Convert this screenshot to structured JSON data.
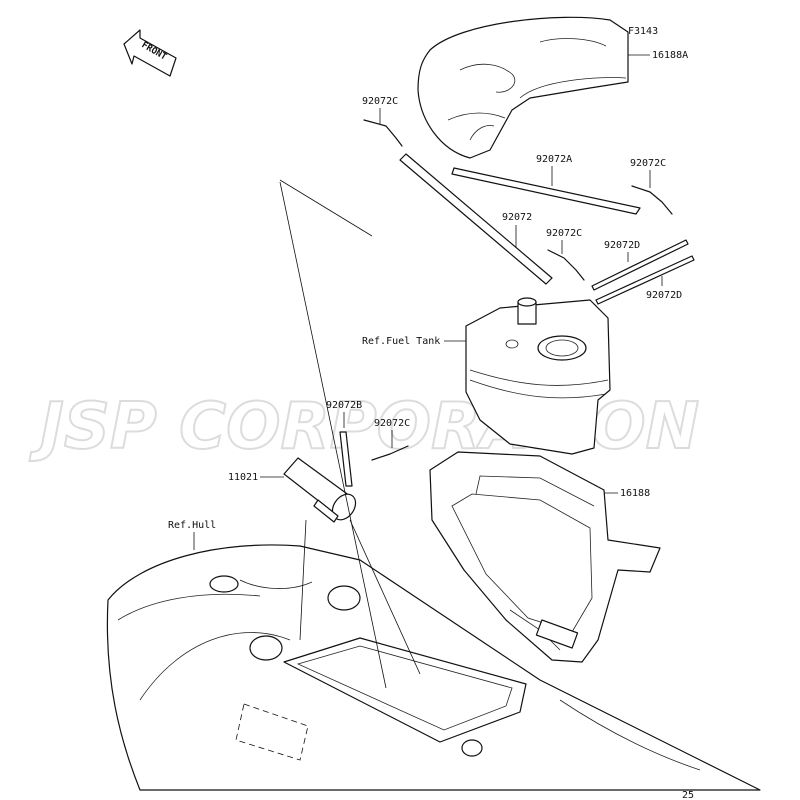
{
  "diagram": {
    "figure_code": "F3143",
    "page_number": "25",
    "front_label": "FRONT",
    "watermark": "JSP CORPORATION",
    "callouts": {
      "seat_top": "16188A",
      "strap_left_top": "92072C",
      "strap_a": "92072A",
      "strap_right_top": "92072C",
      "strap_center": "92072",
      "strap_mid": "92072C",
      "strap_d_upper": "92072D",
      "strap_d_lower": "92072D",
      "fuel_tank": "Ref.Fuel Tank",
      "strap_b": "92072B",
      "strap_lower": "92072C",
      "filter": "11021",
      "hull": "Ref.Hull",
      "storage_bin": "16188"
    }
  }
}
